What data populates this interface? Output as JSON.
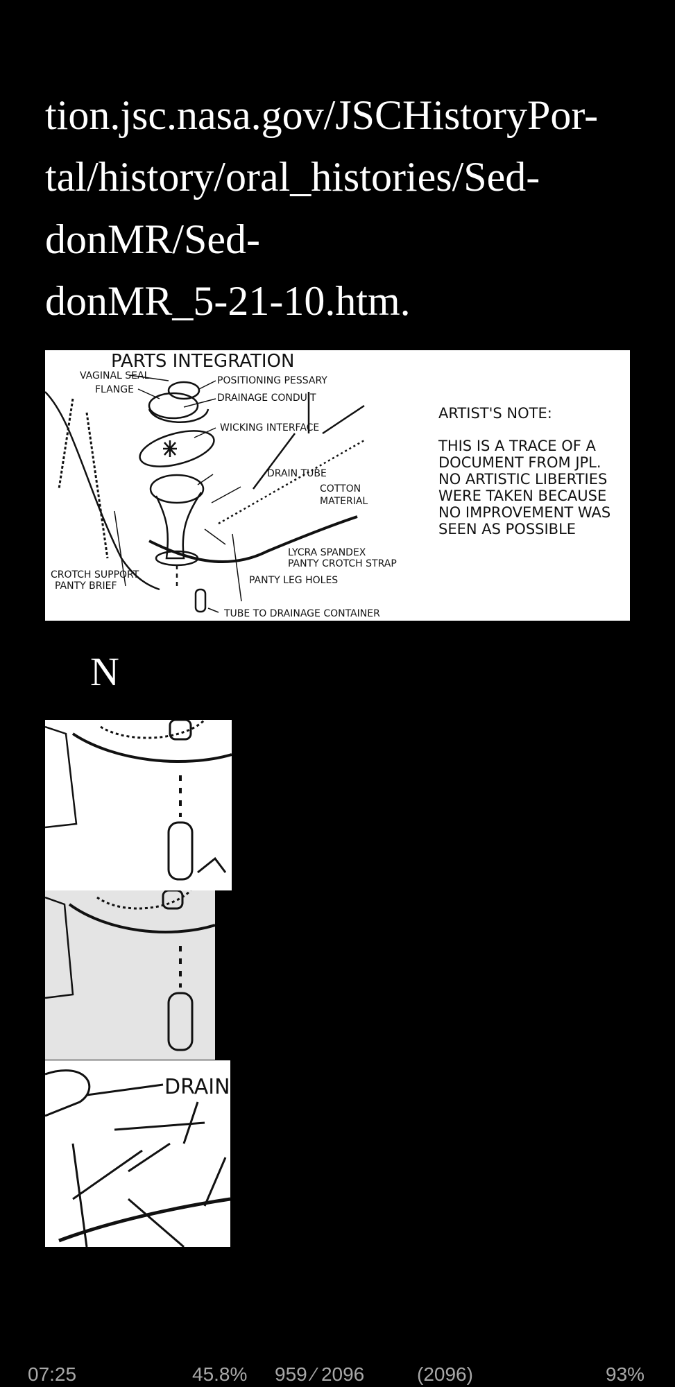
{
  "text_lines": [
    "tion.jsc.nasa.gov/JSCHistoryPor-",
    "tal/history/oral_histories/Sed-",
    "donMR/Sed-",
    "donMR_5-21-10.htm."
  ],
  "figure": {
    "title": "PARTS INTEGRATION",
    "labels": {
      "vaginal_seal": "VAGINAL SEAL",
      "positioning_pessary": "POSITIONING  PESSARY",
      "flange": "FLANGE",
      "drainage_conduit": "DRAINAGE CONDUIT",
      "wicking_interface": "WICKING INTERFACE",
      "drain_tube": "DRAIN TUBE",
      "cotton": "COTTON",
      "material": "MATERIAL",
      "lycra": "LYCRA SPANDEX",
      "crotch_strap": "PANTY CROTCH STRAP",
      "crotch_support": "CROTCH SUPPORT",
      "panty_brief": "PANTY BRIEF",
      "leg_holes": "PANTY LEG HOLES",
      "tube_container": "TUBE TO DRAINAGE CONTAINER"
    },
    "note": [
      "ARTIST'S NOTE:",
      "THIS IS A TRACE OF A",
      "DOCUMENT FROM JPL.",
      "NO ARTISTIC LIBERTIES",
      "WERE TAKEN BECAUSE",
      "NO IMPROVEMENT WAS",
      "SEEN AS POSSIBLE"
    ]
  },
  "drop_cap": "N",
  "crops": {
    "crop3_label": "DRAIN"
  },
  "status_bar": {
    "time": "07:25",
    "progress_percent": "45.8%",
    "page": "959 ⁄ 2096",
    "total": "(2096)",
    "battery": "93%"
  }
}
